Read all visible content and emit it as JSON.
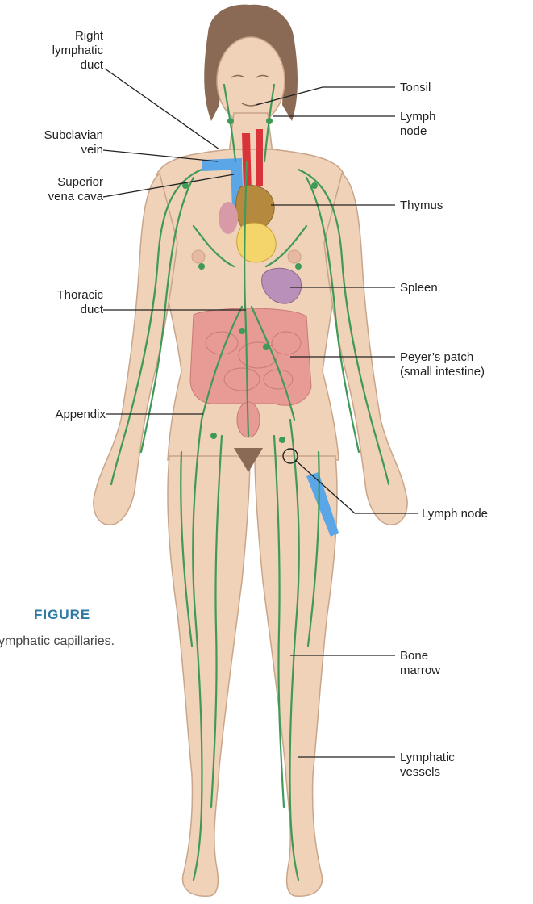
{
  "labels": {
    "right_lymphatic_duct": "Right\nlymphatic\nduct",
    "subclavian_vein": "Subclavian\nvein",
    "superior_vena_cava": "Superior\nvena cava",
    "thoracic_duct": "Thoracic\nduct",
    "appendix": "Appendix",
    "tonsil": "Tonsil",
    "lymph_node_neck": "Lymph\nnode",
    "thymus": "Thymus",
    "spleen": "Spleen",
    "peyers_patch": "Peyer’s patch\n(small intestine)",
    "lymph_node_groin": "Lymph node",
    "bone_marrow": "Bone\nmarrow",
    "lymphatic_vessels": "Lymphatic\nvessels"
  },
  "figure_tag": "FIGURE",
  "caption_fragment": "ymphatic capillaries.",
  "colors": {
    "skin": "#efd2b8",
    "skin_outline": "#c9a58a",
    "hair": "#8a6a55",
    "lymph": "#3f9a58",
    "vein": "#5aa6e6",
    "artery": "#d8343a",
    "intestine": "#e89a95",
    "spleen": "#b990b9",
    "thymus": "#f3d56a"
  }
}
